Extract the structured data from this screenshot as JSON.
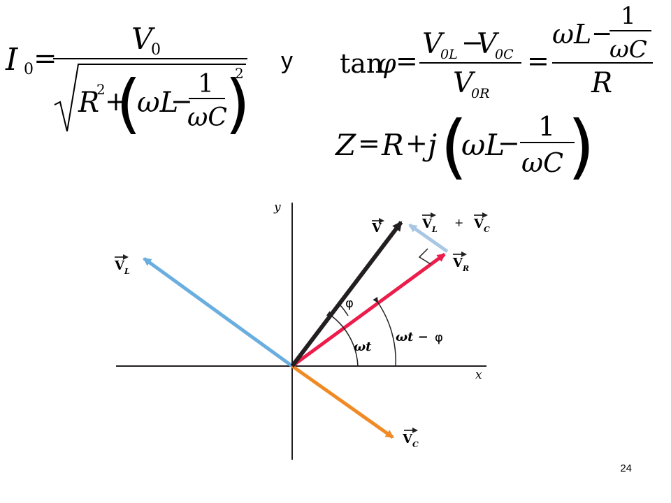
{
  "connector": "y",
  "equations": {
    "current": {
      "lhs": "I",
      "lhs_sub": "0",
      "numerator": "V",
      "numerator_sub": "0",
      "r_term": "R",
      "r_exp": "2",
      "omega_l": "ωL",
      "one": "1",
      "omega_c": "ωC",
      "outer_exp": "2"
    },
    "phase": {
      "func": "tan",
      "phi": "φ",
      "num_left": "V",
      "num_left_sub": "0L",
      "num_right": "V",
      "num_right_sub": "0C",
      "den": "V",
      "den_sub": "0R",
      "omega_l": "ωL",
      "one": "1",
      "omega_c": "ωC",
      "r_den": "R"
    },
    "impedance": {
      "lhs": "Z",
      "r": "R",
      "j": "j",
      "omega_l": "ωL",
      "one": "1",
      "omega_c": "ωC"
    }
  },
  "diagram": {
    "axis_y_label": "y",
    "axis_x_label": "x",
    "v_label": "V",
    "vl_label": "V",
    "vl_sub": "L",
    "vc_label": "V",
    "vc_sub": "C",
    "vr_label": "V",
    "vr_sub": "R",
    "sum_label_a": "V",
    "sum_label_a_sub": "L",
    "plus": "+",
    "sum_label_b": "V",
    "sum_label_b_sub": "C",
    "phi": "φ",
    "omega_t": "ωt",
    "omega_t_minus": "ωt −",
    "phi2": "φ",
    "colors": {
      "v": "#231f20",
      "vl": "#6aaee0",
      "vc": "#f08a24",
      "vr": "#ec1c4b",
      "sum": "#a9c7e4"
    }
  },
  "slide_number": "24"
}
